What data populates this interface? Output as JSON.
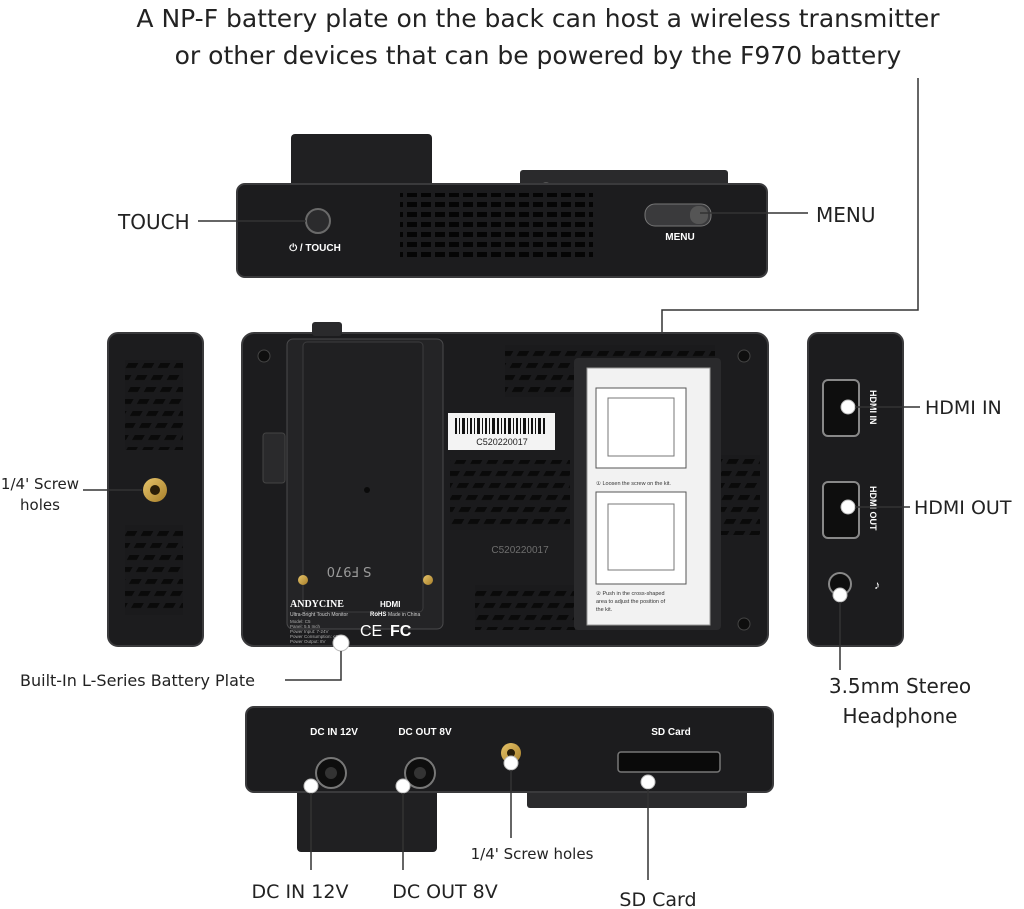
{
  "headline": {
    "line1": "A NP-F battery plate on the back can host a wireless transmitter",
    "line2": "or other devices that can be powered by the F970 battery"
  },
  "callouts": {
    "touch": "TOUCH",
    "menu": "MENU",
    "screw_holes_line1": "1/4' Screw",
    "screw_holes_line2": "holes",
    "hdmi_in": "HDMI IN",
    "hdmi_out": "HDMI OUT",
    "headphone_line1": "3.5mm Stereo",
    "headphone_line2": "Headphone",
    "battery_plate": "Built-In L-Series Battery Plate",
    "dc_in": "DC IN 12V",
    "dc_out": "DC OUT 8V",
    "bottom_screw_holes": "1/4' Screw holes",
    "sd_card": "SD Card"
  },
  "device_labels": {
    "power_touch": "⏻ / TOUCH",
    "menu": "MENU",
    "hdmi_in": "HDMI IN",
    "hdmi_out": "HDMI OUT",
    "headphone_symbol": "♪",
    "dc_in": "DC IN 12V",
    "dc_out": "DC OUT 8V",
    "sd_card": "SD Card"
  },
  "rear_panel": {
    "serial_sticker": "C520220017",
    "serial_print": "C520220017",
    "battery_model": "S F970",
    "brand": "ANDYCINE",
    "hdmi_logo": "HDMI",
    "spec_subtitle": "Ultra-Bright Touch Monitor",
    "spec_lines": [
      "Model: C5",
      "Panel: 5.5 Inch",
      "Power Input: 7-24V",
      "Power Consumption: ≤20W",
      "Power Output: 8V"
    ],
    "rohs": "RoHS",
    "made_in": "Made in China",
    "ce_mark": "CE",
    "fc_mark": "FC",
    "card_step1": "① Loosen the screw on the kit.",
    "card_step2_line1": "② Push in the cross-shaped",
    "card_step2_line2": "area to adjust the position of",
    "card_step2_line3": "the kit."
  },
  "colors": {
    "device_body": "#1c1c1e",
    "device_edge": "#3a3a3c",
    "callout_line": "#333333",
    "brass": "#c9a24a",
    "card_paper": "#f2f2f2"
  }
}
